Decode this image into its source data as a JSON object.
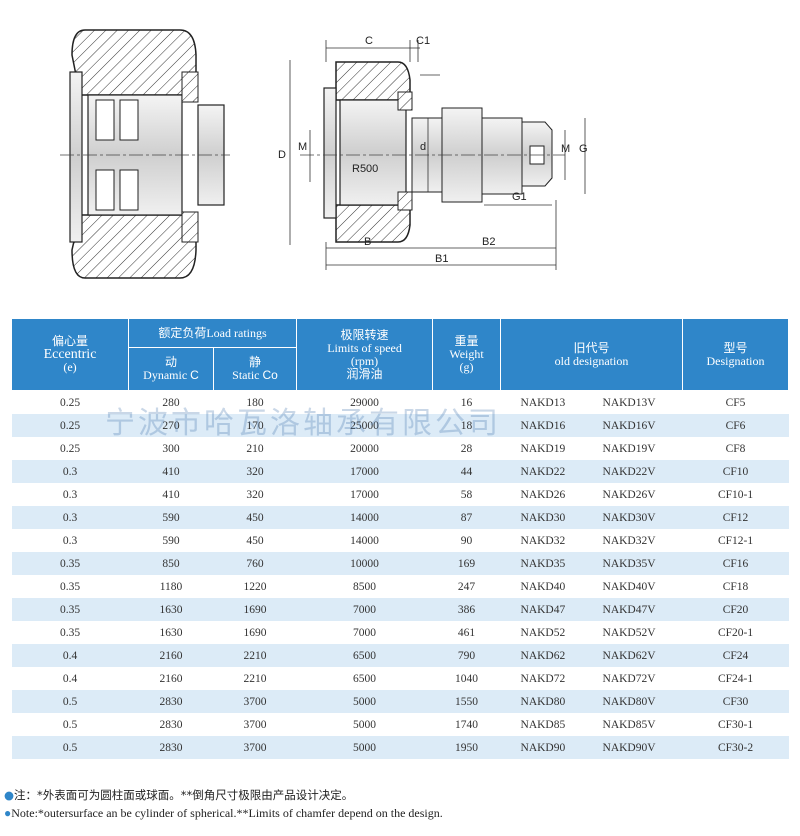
{
  "drawing": {
    "labels": {
      "C": "C",
      "C1": "C1",
      "D": "D",
      "M_left": "M",
      "d": "d",
      "R500": "R500",
      "B": "B",
      "B2": "B2",
      "B1": "B1",
      "G1": "G1",
      "M_right": "M",
      "G": "G"
    }
  },
  "table": {
    "headers": {
      "eccentric": "偏心量",
      "eccentric_en": "Eccentric",
      "eccentric_unit": "(e)",
      "load": "额定负荷Load ratings",
      "dynamic_cn": "动",
      "dynamic_en": "Dynamic",
      "dynamic_sym": "C",
      "static_cn": "静",
      "static_en": "Static",
      "static_sym": "Co",
      "speed_cn": "极限转速",
      "speed_en": "Limits of speed",
      "speed_unit": "(rpm)",
      "speed_lub": "润滑油",
      "weight_cn": "重量",
      "weight_en": "Weight",
      "weight_unit": "(g)",
      "old_cn": "旧代号",
      "old_en": "old designation",
      "desig_cn": "型号",
      "desig_en": "Designation"
    },
    "rows": [
      [
        "0.25",
        "280",
        "180",
        "29000",
        "16",
        "NAKD13",
        "NAKD13V",
        "CF5"
      ],
      [
        "0.25",
        "270",
        "170",
        "25000",
        "18",
        "NAKD16",
        "NAKD16V",
        "CF6"
      ],
      [
        "0.25",
        "300",
        "210",
        "20000",
        "28",
        "NAKD19",
        "NAKD19V",
        "CF8"
      ],
      [
        "0.3",
        "410",
        "320",
        "17000",
        "44",
        "NAKD22",
        "NAKD22V",
        "CF10"
      ],
      [
        "0.3",
        "410",
        "320",
        "17000",
        "58",
        "NAKD26",
        "NAKD26V",
        "CF10-1"
      ],
      [
        "0.3",
        "590",
        "450",
        "14000",
        "87",
        "NAKD30",
        "NAKD30V",
        "CF12"
      ],
      [
        "0.3",
        "590",
        "450",
        "14000",
        "90",
        "NAKD32",
        "NAKD32V",
        "CF12-1"
      ],
      [
        "0.35",
        "850",
        "760",
        "10000",
        "169",
        "NAKD35",
        "NAKD35V",
        "CF16"
      ],
      [
        "0.35",
        "1180",
        "1220",
        "8500",
        "247",
        "NAKD40",
        "NAKD40V",
        "CF18"
      ],
      [
        "0.35",
        "1630",
        "1690",
        "7000",
        "386",
        "NAKD47",
        "NAKD47V",
        "CF20"
      ],
      [
        "0.35",
        "1630",
        "1690",
        "7000",
        "461",
        "NAKD52",
        "NAKD52V",
        "CF20-1"
      ],
      [
        "0.4",
        "2160",
        "2210",
        "6500",
        "790",
        "NAKD62",
        "NAKD62V",
        "CF24"
      ],
      [
        "0.4",
        "2160",
        "2210",
        "6500",
        "1040",
        "NAKD72",
        "NAKD72V",
        "CF24-1"
      ],
      [
        "0.5",
        "2830",
        "3700",
        "5000",
        "1550",
        "NAKD80",
        "NAKD80V",
        "CF30"
      ],
      [
        "0.5",
        "2830",
        "3700",
        "5000",
        "1740",
        "NAKD85",
        "NAKD85V",
        "CF30-1"
      ],
      [
        "0.5",
        "2830",
        "3700",
        "5000",
        "1950",
        "NAKD90",
        "NAKD90V",
        "CF30-2"
      ]
    ]
  },
  "watermark": "宁波市哈瓦洛轴承有限公司",
  "notes": {
    "bullet": "●",
    "cn": "注：*外表面可为圆柱面或球面。**倒角尺寸极限由产品设计决定。",
    "en": "Note:*outersurface an be cylinder of spherical.**Limits of chamfer depend on the design."
  },
  "colors": {
    "header_bg": "#2f86c9",
    "stripe": "#dcebf7"
  }
}
